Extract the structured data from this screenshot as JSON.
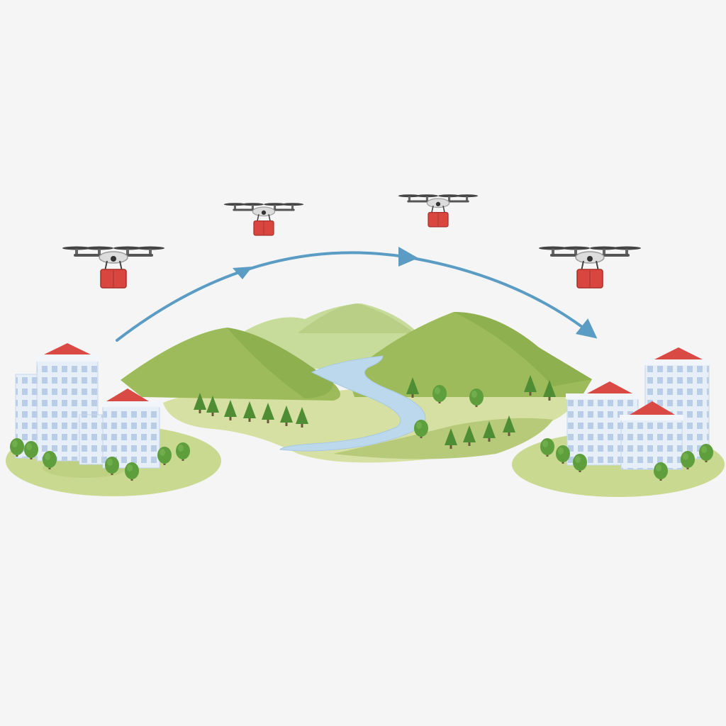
{
  "scene": {
    "background_color": "#f5f5f5",
    "description_visible_text": "",
    "colors": {
      "route_arrow": "#5b9cc4",
      "roof": "#d94a45",
      "package": "#d9453f",
      "building": "#e6eef8",
      "building_window": "#b9cde6",
      "grass_island": "#c9d98f",
      "hill_dark": "#8fb04e",
      "hill_light": "#b9cf86",
      "river": "#bcd8ec",
      "tree": "#5e9e3c",
      "drone_body": "#dcdcdc",
      "drone_arm": "#555555"
    },
    "drones": [
      {
        "name": "drone-1",
        "icon": "quadcopter-icon",
        "cargo": "package-icon"
      },
      {
        "name": "drone-2",
        "icon": "quadcopter-icon",
        "cargo": "package-icon"
      },
      {
        "name": "drone-3",
        "icon": "quadcopter-icon",
        "cargo": "package-icon"
      },
      {
        "name": "drone-4",
        "icon": "quadcopter-icon",
        "cargo": "package-icon"
      }
    ],
    "origin": {
      "icon": "city-buildings-icon"
    },
    "destination": {
      "icon": "city-buildings-icon"
    },
    "terrain": {
      "icon": "hills-river-icon"
    },
    "route": {
      "icon": "flight-path-arrow-icon"
    }
  }
}
